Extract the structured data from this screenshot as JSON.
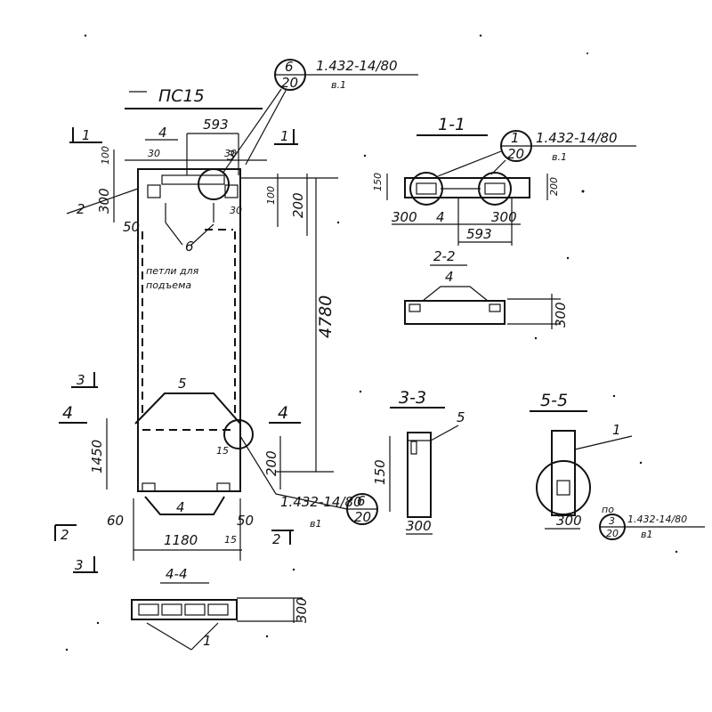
{
  "drawing": {
    "title": "ПС15",
    "lift_loops_note": [
      "петли для",
      "подъема"
    ]
  },
  "refs": {
    "top": {
      "num": "6",
      "sheet": "20",
      "code": "1.432-14/80",
      "sub": "в.1"
    },
    "section_1_1": {
      "num": "1",
      "sheet": "20",
      "code": "1.432-14/80",
      "sub": "в.1"
    },
    "mid": {
      "num": "6",
      "sheet": "20",
      "code": "1.432-14/80",
      "sub": "в1"
    },
    "section_5_5": {
      "num": "3",
      "sheet": "20",
      "prefix": "по",
      "code": "1.432-14/80",
      "sub": "в1"
    }
  },
  "section_labels": {
    "s1_1": "1-1",
    "s2_2": "2-2",
    "s3_3": "3-3",
    "s4_4": "4-4",
    "s5_5": "5-5"
  },
  "cut_markers": {
    "c1": "1",
    "c2": "2",
    "c3": "3",
    "c4": "4"
  },
  "dimensions": {
    "top_width": "593",
    "d30": "30",
    "d100": "100",
    "d300": "300",
    "d50": "50",
    "d200": "200",
    "d4780": "4780",
    "d1450": "1450",
    "d60": "60",
    "d1180": "1180",
    "d15": "15",
    "s11_150": "150",
    "s11_200": "200",
    "s11_300a": "300",
    "s11_300b": "300",
    "s11_593": "593",
    "s22_300": "300",
    "s33_150": "150",
    "s33_300": "300",
    "s44_300": "300",
    "s55_300": "300"
  },
  "callouts": {
    "n1": "1",
    "n2": "2",
    "n3": "3",
    "n4": "4",
    "n5": "5",
    "n6": "6"
  }
}
